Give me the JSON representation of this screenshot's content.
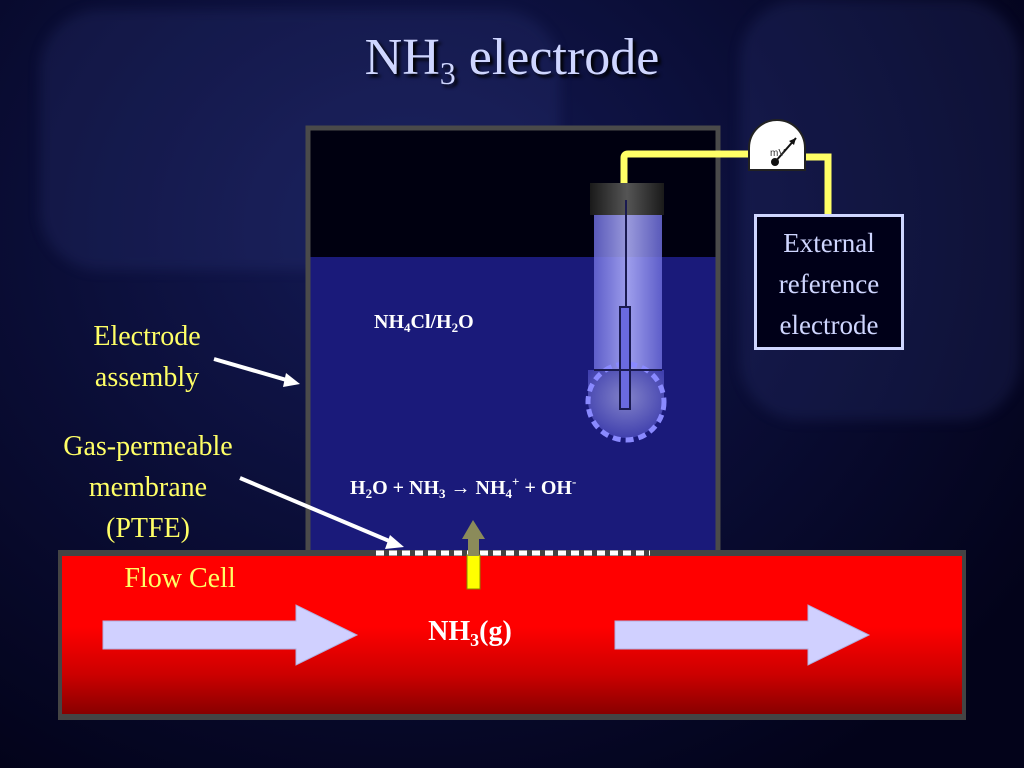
{
  "title": {
    "main": "NH",
    "sub": "3",
    "rest": " electrode"
  },
  "labels": {
    "electrode_assembly": [
      "Electrode",
      "assembly"
    ],
    "membrane": [
      "Gas-permeable",
      "membrane",
      "(PTFE)"
    ],
    "external_reference": [
      "External",
      "reference",
      "electrode"
    ],
    "flow_cell": "Flow Cell",
    "meter": "mV"
  },
  "chemistry": {
    "solution": {
      "a": "NH",
      "a_sub": "4",
      "b": "Cl/H",
      "b_sub": "2",
      "c": "O"
    },
    "reaction": {
      "p1": "H",
      "p1_sub": "2",
      "p2": "O + NH",
      "p2_sub": "3",
      "arrow": " → ",
      "p3": "NH",
      "p3_sub": "4",
      "p3_sup": "+",
      "p4": " + OH",
      "p4_sup": "-"
    },
    "gas": {
      "a": "NH",
      "a_sub": "3",
      "b": "(g)"
    }
  },
  "colors": {
    "flow_cell": "#ff0000",
    "solution": "#1a1a7a",
    "wire": "#ffff66",
    "label": "#ffff66",
    "title": "#cfd6ff"
  }
}
